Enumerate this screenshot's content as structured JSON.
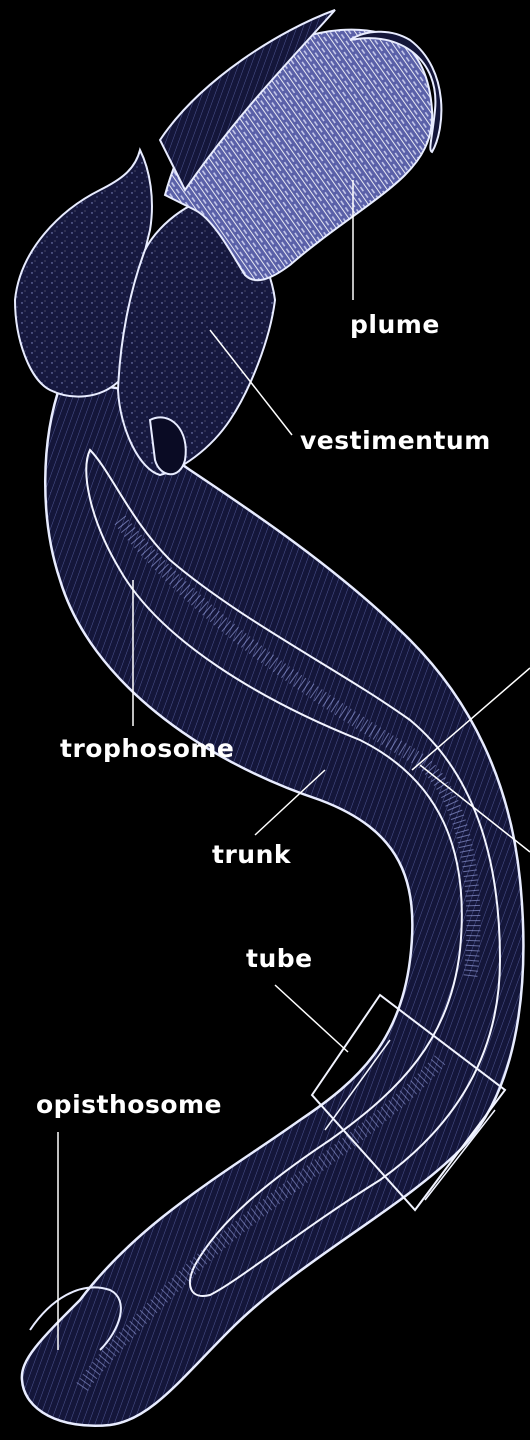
{
  "labels": {
    "plume": "plume",
    "vestimentum": "vestimentum",
    "trophosome": "trophosome",
    "trunk": "trunk",
    "tube": "tube",
    "opisthosome": "opisthosome"
  },
  "colors": {
    "background": "#000000",
    "body_fill": "#14163a",
    "body_dark": "#0a0b24",
    "outline": "#e8ecff",
    "texture": "#9aa6f0",
    "plume": "#d8dcff",
    "label_text": "#ffffff"
  }
}
